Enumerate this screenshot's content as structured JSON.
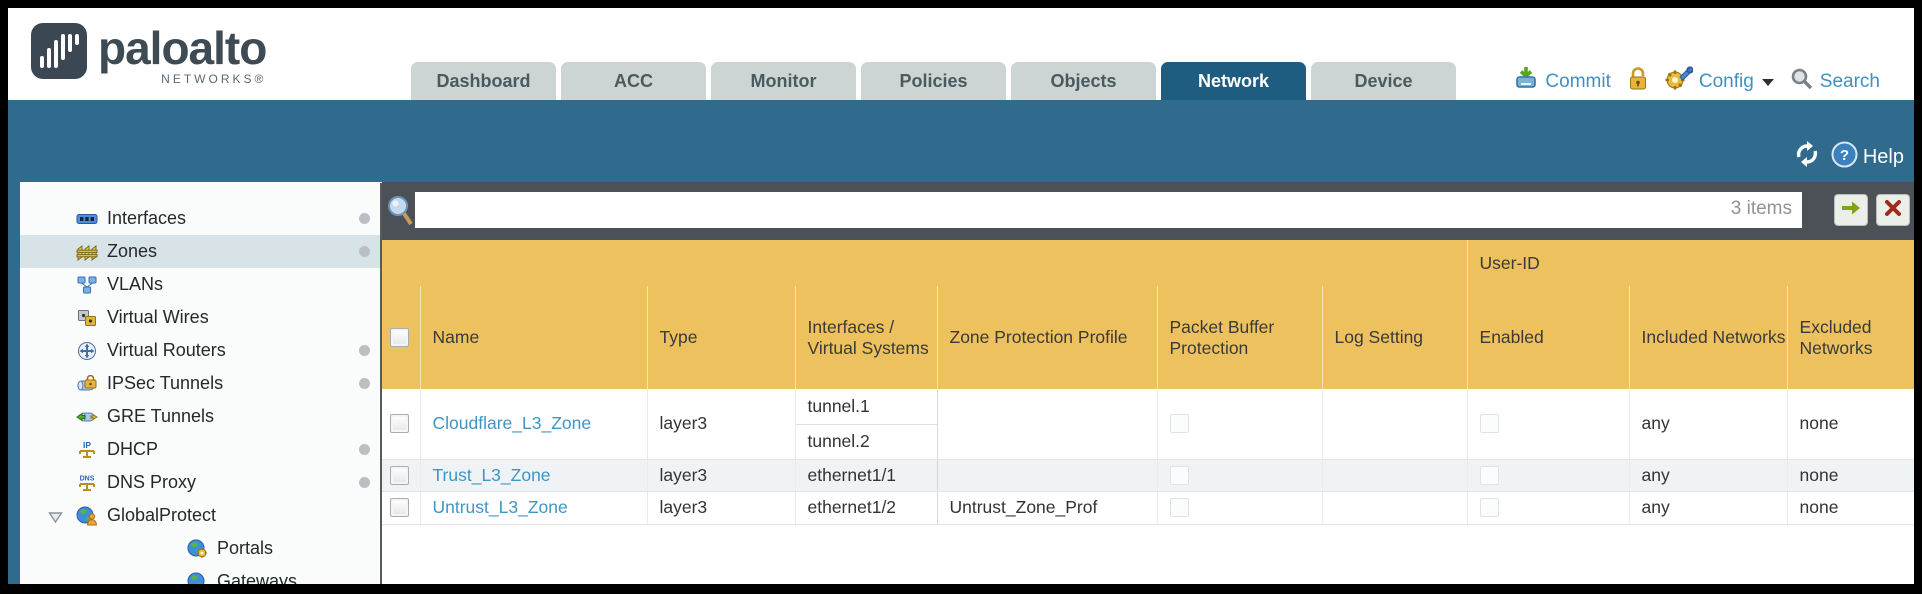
{
  "brand": {
    "logo_text": "paloalto",
    "logo_sub": "NETWORKS®"
  },
  "nav": {
    "tabs": [
      {
        "label": "Dashboard",
        "active": false
      },
      {
        "label": "ACC",
        "active": false
      },
      {
        "label": "Monitor",
        "active": false
      },
      {
        "label": "Policies",
        "active": false
      },
      {
        "label": "Objects",
        "active": false
      },
      {
        "label": "Network",
        "active": true
      },
      {
        "label": "Device",
        "active": false
      }
    ],
    "actions": {
      "commit_label": "Commit",
      "config_label": "Config",
      "search_label": "Search"
    }
  },
  "band": {
    "help_label": "Help"
  },
  "filter": {
    "value": "",
    "placeholder": "",
    "count_label": "3 items"
  },
  "sidebar": {
    "items": [
      {
        "label": "Interfaces",
        "icon": "interfaces-icon",
        "selected": false,
        "dot": true,
        "child": false,
        "expander": false
      },
      {
        "label": "Zones",
        "icon": "zones-icon",
        "selected": true,
        "dot": true,
        "child": false,
        "expander": false
      },
      {
        "label": "VLANs",
        "icon": "vlans-icon",
        "selected": false,
        "dot": false,
        "child": false,
        "expander": false
      },
      {
        "label": "Virtual Wires",
        "icon": "virtual-wires-icon",
        "selected": false,
        "dot": false,
        "child": false,
        "expander": false
      },
      {
        "label": "Virtual Routers",
        "icon": "virtual-routers-icon",
        "selected": false,
        "dot": true,
        "child": false,
        "expander": false
      },
      {
        "label": "IPSec Tunnels",
        "icon": "ipsec-tunnels-icon",
        "selected": false,
        "dot": true,
        "child": false,
        "expander": false
      },
      {
        "label": "GRE Tunnels",
        "icon": "gre-tunnels-icon",
        "selected": false,
        "dot": false,
        "child": false,
        "expander": false
      },
      {
        "label": "DHCP",
        "icon": "dhcp-icon",
        "selected": false,
        "dot": true,
        "child": false,
        "expander": false
      },
      {
        "label": "DNS Proxy",
        "icon": "dns-proxy-icon",
        "selected": false,
        "dot": true,
        "child": false,
        "expander": false
      },
      {
        "label": "GlobalProtect",
        "icon": "globalprotect-icon",
        "selected": false,
        "dot": false,
        "child": false,
        "expander": true
      },
      {
        "label": "Portals",
        "icon": "portals-icon",
        "selected": false,
        "dot": false,
        "child": true,
        "expander": false
      },
      {
        "label": "Gateways",
        "icon": "gateways-icon",
        "selected": false,
        "dot": false,
        "child": true,
        "expander": false
      }
    ]
  },
  "table": {
    "group_header": "User-ID",
    "columns": [
      "Name",
      "Type",
      "Interfaces / Virtual Systems",
      "Zone Protection Profile",
      "Packet Buffer Protection",
      "Log Setting",
      "Enabled",
      "Included Networks",
      "Excluded Networks"
    ],
    "rows": [
      {
        "name": "Cloudflare_L3_Zone",
        "type": "layer3",
        "interfaces": [
          "tunnel.1",
          "tunnel.2"
        ],
        "zone_protection_profile": "",
        "packet_buffer_protection_checked": false,
        "log_setting": "",
        "user_id_enabled_checked": false,
        "included_networks": "any",
        "excluded_networks": "none"
      },
      {
        "name": "Trust_L3_Zone",
        "type": "layer3",
        "interfaces": [
          "ethernet1/1"
        ],
        "zone_protection_profile": "",
        "packet_buffer_protection_checked": false,
        "log_setting": "",
        "user_id_enabled_checked": false,
        "included_networks": "any",
        "excluded_networks": "none"
      },
      {
        "name": "Untrust_L3_Zone",
        "type": "layer3",
        "interfaces": [
          "ethernet1/2"
        ],
        "zone_protection_profile": "Untrust_Zone_Prof",
        "packet_buffer_protection_checked": false,
        "log_setting": "",
        "user_id_enabled_checked": false,
        "included_networks": "any",
        "excluded_networks": "none"
      }
    ]
  },
  "colors": {
    "band_blue": "#306b8e",
    "active_tab": "#1e5c80",
    "inactive_tab": "#ccd5d4",
    "header_gold": "#edc25e",
    "group_gold": "#d8a53d",
    "dark_bar": "#4b5157",
    "link_blue": "#3e95c6",
    "nav_action_blue": "#4190bf",
    "selected_item_bg": "#d8e3e8",
    "go_green": "#7fa41b",
    "clear_red": "#9e2b1b"
  }
}
